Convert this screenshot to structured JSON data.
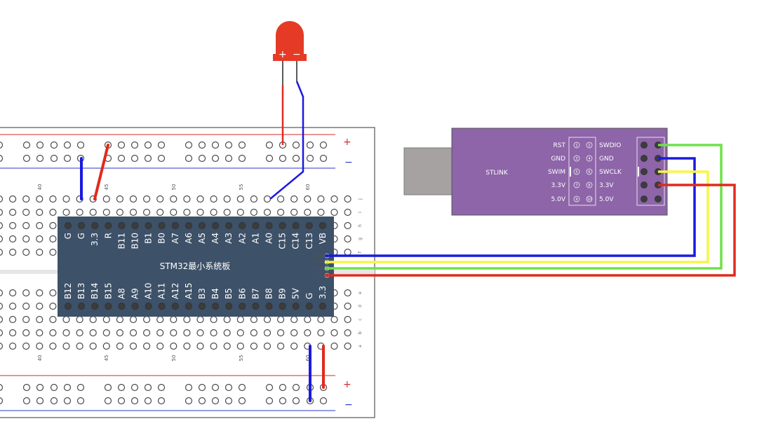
{
  "colors": {
    "breadboard": "#ffffff",
    "breadboard_border": "#555555",
    "rail_red": "#d42b2b",
    "rail_blue": "#2b36c9",
    "board": "#3d5168",
    "stlink": "#8d65a8",
    "usb": "#a7a2a2",
    "led": "#e53b26",
    "wire_red": "#e02a1f",
    "wire_blue": "#1a1ae0",
    "wire_green": "#6fe24a",
    "wire_yellow": "#f5f54a"
  },
  "breadboard": {
    "rail_plus": "+",
    "rail_minus": "−",
    "column_numbers": [
      "40",
      "45",
      "50",
      "55",
      "60"
    ],
    "row_letters_top": [
      "j",
      "i",
      "h",
      "g",
      "f"
    ],
    "row_letters_bottom": [
      "e",
      "d",
      "c",
      "b",
      "a"
    ]
  },
  "mcu_board": {
    "title": "STM32最小系统板",
    "top_pins": [
      "G",
      "G",
      "3.3",
      "R",
      "B11",
      "B10",
      "B1",
      "B0",
      "A7",
      "A6",
      "A5",
      "A4",
      "A3",
      "A2",
      "A1",
      "A0",
      "C15",
      "C14",
      "C13",
      "VB"
    ],
    "bottom_pins": [
      "B12",
      "B13",
      "B14",
      "B15",
      "A8",
      "A9",
      "A10",
      "A11",
      "A12",
      "A15",
      "B3",
      "B4",
      "B5",
      "B6",
      "B7",
      "B8",
      "B9",
      "5V",
      "G",
      "3.3"
    ],
    "swd_pins": [
      "GND",
      "DCLK",
      "DIO",
      "3.3"
    ]
  },
  "led": {
    "plus": "+",
    "minus": "−"
  },
  "stlink": {
    "name": "STLINK",
    "left_labels": [
      "RST",
      "GND",
      "SWIM",
      "3.3V",
      "5.0V"
    ],
    "right_labels": [
      "SWDIO",
      "GND",
      "SWCLK",
      "3.3V",
      "5.0V"
    ],
    "pin_numbers_left": [
      "1",
      "3",
      "5",
      "7",
      "9"
    ],
    "pin_numbers_right": [
      "2",
      "4",
      "6",
      "8",
      "10"
    ]
  }
}
